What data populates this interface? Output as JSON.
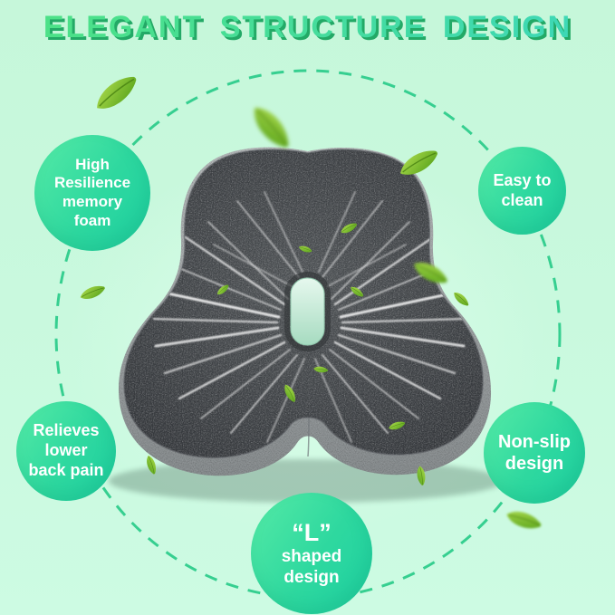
{
  "title": "ELEGANT STRUCTURE DESIGN",
  "badges": {
    "high_resilience": "High Resilience memory foam",
    "easy_clean": "Easy to clean",
    "relieves": "Relieves lower back pain",
    "non_slip": "Non-slip design",
    "l_shaped_big": "“L”",
    "l_shaped_text": "shaped design"
  },
  "colors": {
    "background_mint": "#c9f8de",
    "title_green": "#4ce187",
    "title_teal": "#3ed8b6",
    "title_shadow": "#23a966",
    "badge_gradient_start": "#55eaa6",
    "badge_gradient_end": "#1ed0a2",
    "badge_text": "#ffffff",
    "dashed_circle": "#36cf90",
    "cushion_dark": "#3d4043",
    "cushion_band": "#a7abac",
    "ventilation_hole_mint": "#bfe9d2",
    "leaf_green": "#6fb427"
  },
  "icons": {
    "leaf": "leaf-icon"
  }
}
